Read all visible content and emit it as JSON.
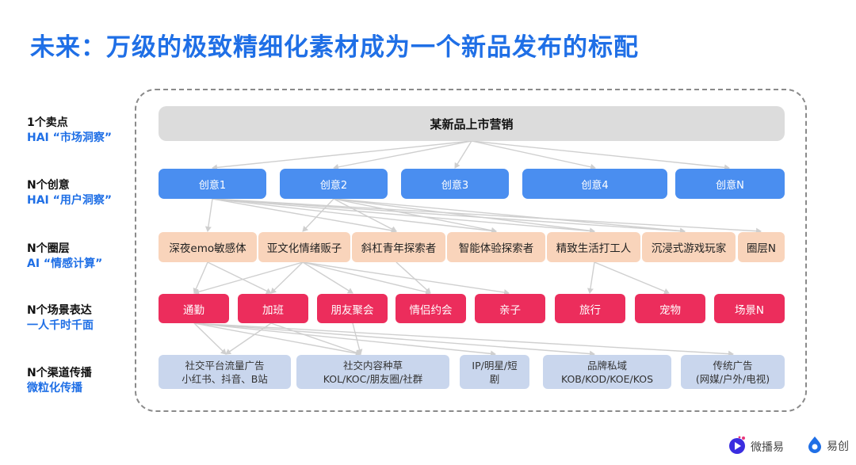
{
  "title": "未来：万级的极致精细化素材成为一个新品发布的标配",
  "row_labels": [
    {
      "line1": "1个卖点",
      "line2": "HAI “市场洞察”"
    },
    {
      "line1": "N个创意",
      "line2": "HAI “用户洞察”"
    },
    {
      "line1": "N个圈层",
      "line2": "AI “情感计算”"
    },
    {
      "line1": "N个场景表达",
      "line2": "一人千时千面"
    },
    {
      "line1": "N个渠道传播",
      "line2": "微粒化传播"
    }
  ],
  "top_node": "某新品上市营销",
  "ideas": [
    "创意1",
    "创意2",
    "创意3",
    "创意4",
    "创意N"
  ],
  "circles": [
    "深夜emo敏感体",
    "亚文化情绪贩子",
    "斜杠青年探索者",
    "智能体验探索者",
    "精致生活打工人",
    "沉浸式游戏玩家",
    "圈层N"
  ],
  "scenes": [
    "通勤",
    "加班",
    "朋友聚会",
    "情侣约会",
    "亲子",
    "旅行",
    "宠物",
    "场景N"
  ],
  "channels": [
    {
      "line1": "社交平台流量广告",
      "line2": "小红书、抖音、B站"
    },
    {
      "line1": "社交内容种草",
      "line2": "KOL/KOC/朋友圈/社群"
    },
    {
      "line1": "IP/明星/短",
      "line2": "剧"
    },
    {
      "line1": "品牌私域",
      "line2": "KOB/KOD/KOE/KOS"
    },
    {
      "line1": "传统广告",
      "line2": "(网媒/户外/电视)"
    }
  ],
  "logos": [
    {
      "name": "微播易",
      "icon": "play-logo-icon",
      "color": "#3a2de0"
    },
    {
      "name": "易创",
      "icon": "droplet-logo-icon",
      "color": "#1f6fe6"
    }
  ],
  "colors": {
    "title": "#1f6fe6",
    "idea": "#4a8ef0",
    "circle": "#f9d4bb",
    "scene": "#ec2d5c",
    "channel": "#c9d6ed",
    "top": "#dcdcdc"
  }
}
